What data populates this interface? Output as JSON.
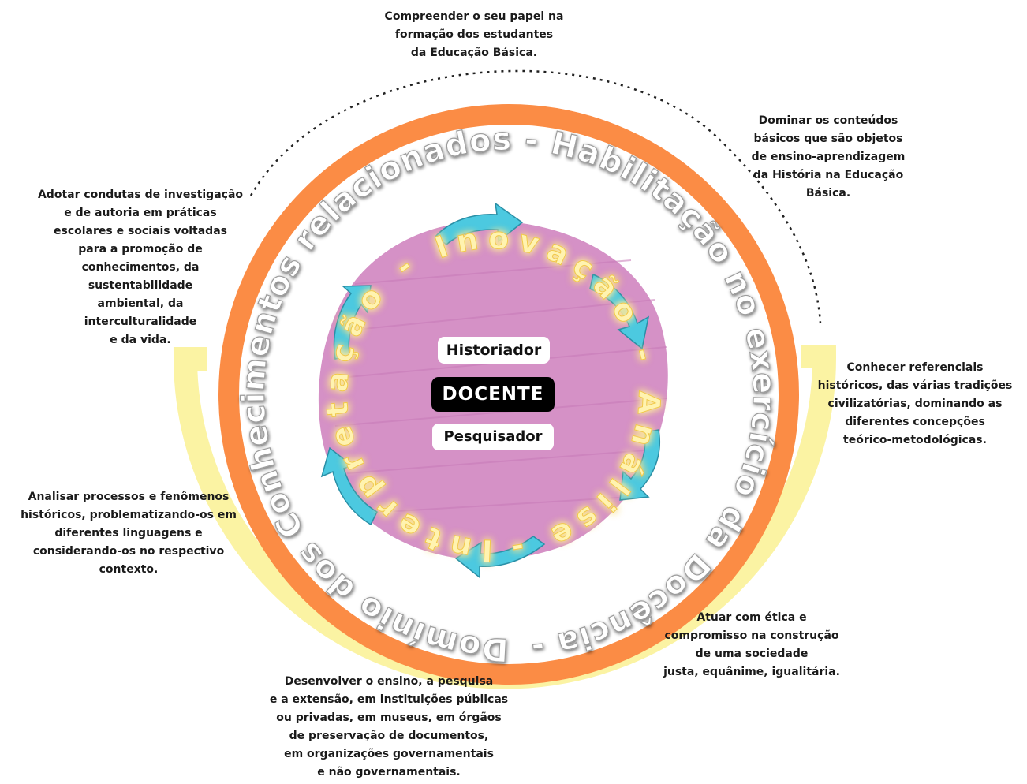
{
  "center": {
    "top_label": "Historiador",
    "main_label": "DOCENTE",
    "bottom_label": "Pesquisador"
  },
  "ring_text": "Domínio dos Conhecimentos relacionados - Habilitação no exercício da Docência -",
  "inner_ring_text": "Interpretação - Inovação - Análise -",
  "notes": {
    "top": [
      "Compreender o seu papel na",
      "formação dos estudantes",
      "da Educação Básica."
    ],
    "right_upper": [
      "Dominar os conteúdos",
      "básicos que são objetos",
      "de ensino-aprendizagem",
      "da História na Educação",
      "Básica."
    ],
    "right_middle": [
      "Conhecer referenciais",
      "históricos, das várias tradições",
      "civilizatórias, dominando as",
      "diferentes concepções",
      "teórico-metodológicas."
    ],
    "right_lower": [
      "Atuar com ética e",
      "compromisso  na construção",
      "de uma sociedade",
      "justa, equânime, igualitária."
    ],
    "bottom": [
      "Desenvolver o ensino, a pesquisa",
      "e a extensão, em instituições públicas",
      "ou privadas, em museus, em órgãos",
      "de preservação de documentos,",
      "em organizações governamentais",
      "e não governamentais."
    ],
    "left_lower": [
      "Analisar processos e fenômenos",
      "históricos, problematizando-os em",
      "diferentes linguagens e",
      "considerando-os no respectivo",
      "contexto."
    ],
    "left_upper": [
      "Adotar condutas de investigação",
      "e de autoria em práticas",
      "escolares e sociais voltadas",
      "para a promoção de",
      "conhecimentos, da",
      "sustentabilidade",
      "ambiental, da",
      "interculturalidade",
      "e da vida."
    ]
  },
  "colors": {
    "orange_ring": "#fb8c45",
    "yellow_arc": "#fbf3a3",
    "purple_blob": "#d591c6",
    "arrow_cyan": "#4cc9e0",
    "glow_text": "#fff3b0"
  },
  "icons": {
    "cycle_arrows": "curved-arrow-icon"
  }
}
